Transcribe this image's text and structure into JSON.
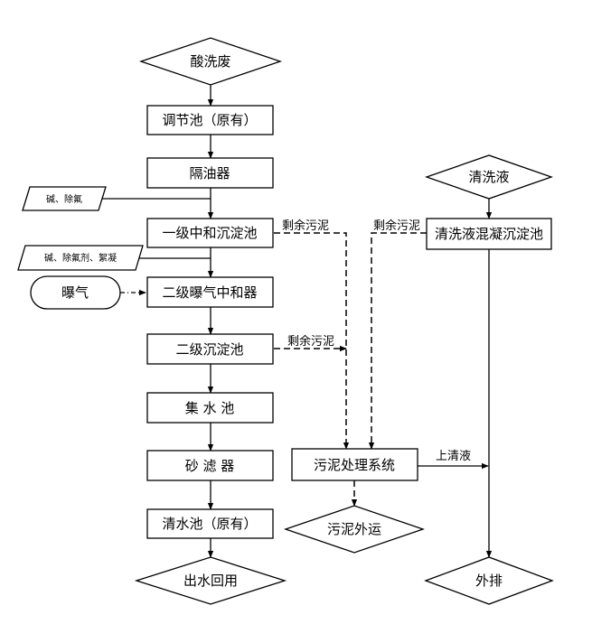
{
  "nodes": {
    "acid_waste": "酸洗废",
    "adjust_tank": "调节池（原有）",
    "oil_separator": "隔油器",
    "primary_tank": "一级中和沉淀池",
    "aeration": "曝气",
    "secondary_neutralizer": "二级曝气中和器",
    "secondary_settling": "二级沉淀池",
    "collection_tank": "集 水 池",
    "sand_filter": "砂 滤 器",
    "clear_water_tank": "清水池（原有）",
    "water_reuse": "出水回用",
    "cleaning_liquid": "清洗液",
    "cleaning_settling": "清洗液混凝沉淀池",
    "sludge_system": "污泥处理系统",
    "sludge_out": "污泥外运",
    "discharge": "外排"
  },
  "inputs": {
    "chem1": "碱、除氟",
    "chem2": "碱、除氟剂、絮凝"
  },
  "labels": {
    "excess_sludge_1": "剩余污泥",
    "excess_sludge_2": "剩余污泥",
    "excess_sludge_3": "剩余污泥",
    "supernatant": "上清液"
  }
}
